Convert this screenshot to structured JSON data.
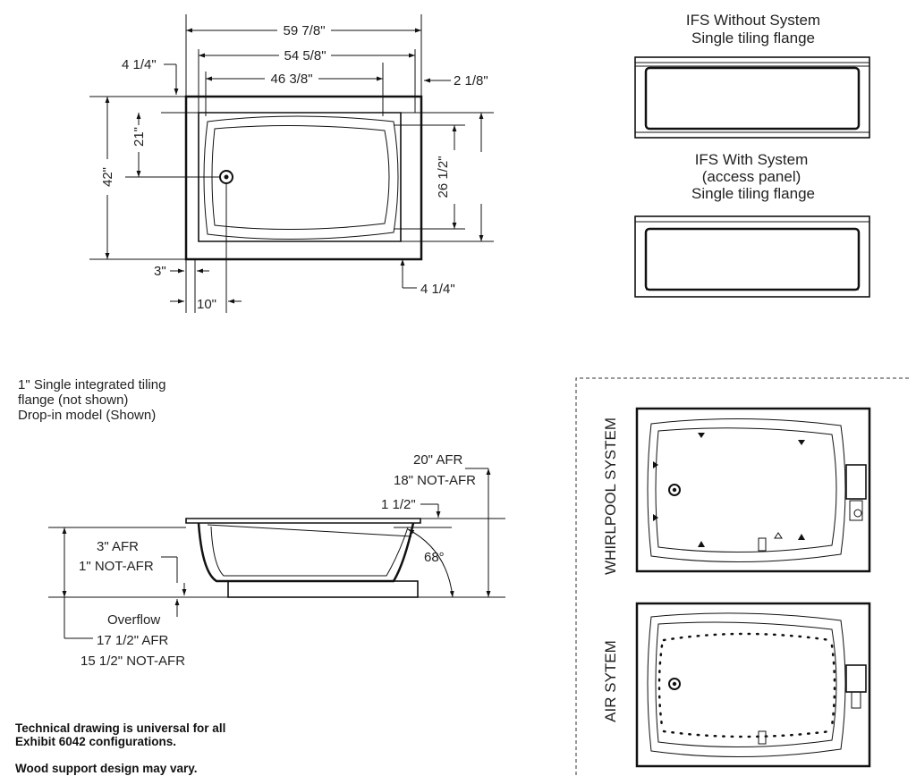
{
  "plan": {
    "overall_width": "59 7/8\"",
    "mid_width": "54 5/8\"",
    "inner_width": "46 3/8\"",
    "left_offset": "4 1/4\"",
    "right_offset": "2 1/8\"",
    "overall_depth": "42\"",
    "drain_depth": "21\"",
    "inner_depth": "26 1/2\"",
    "bottom_left": "3\"",
    "drain_offset": "10\"",
    "bottom_right": "4 1/4\""
  },
  "ifs": {
    "without_line1": "IFS Without System",
    "without_line2": "Single tiling flange",
    "with_line1": "IFS With System",
    "with_line2": "(access panel)",
    "with_line3": "Single tiling flange"
  },
  "notes": {
    "flange_line1": "1\" Single integrated tiling",
    "flange_line2": "flange (not shown)",
    "flange_line3": "Drop-in model (Shown)",
    "universal_line1": "Technical drawing is universal for all",
    "universal_line2": "Exhibit 6042 configurations.",
    "wood": "Wood support design may vary."
  },
  "section": {
    "afr_top": "20\" AFR",
    "not_afr_top": "18\" NOT-AFR",
    "rim": "1 1/2\"",
    "angle": "68°",
    "afr_floor": "3\" AFR",
    "not_afr_floor": "1\" NOT-AFR",
    "overflow": "Overflow",
    "overflow_afr": "17 1/2\" AFR",
    "overflow_not_afr": "15 1/2\" NOT-AFR"
  },
  "systems": {
    "whirlpool": "WHIRLPOOL SYSTEM",
    "air": "AIR SYTEM"
  }
}
